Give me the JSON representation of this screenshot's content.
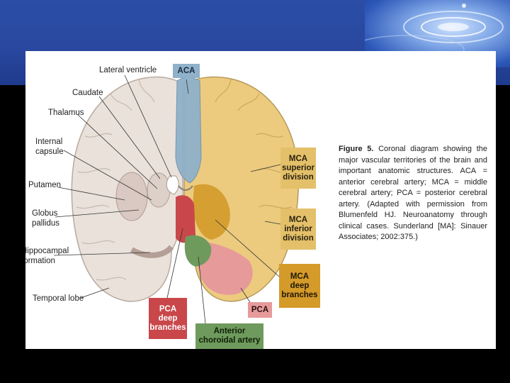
{
  "figure": {
    "structure_labels": {
      "lateral_ventricle": "Lateral ventricle",
      "caudate": "Caudate",
      "thalamus": "Thalamus",
      "internal_capsule": [
        "Internal",
        "capsule"
      ],
      "putamen": "Putamen",
      "globus_pallidus": [
        "Globus",
        "pallidus"
      ],
      "hippocampal_formation": [
        "Hippocampal",
        "formation"
      ],
      "temporal_lobe": "Temporal lobe"
    },
    "territory_labels": {
      "aca": "ACA",
      "mca_superior": [
        "MCA",
        "superior",
        "division"
      ],
      "mca_inferior": [
        "MCA",
        "inferior",
        "division"
      ],
      "mca_deep": [
        "MCA",
        "deep",
        "branches"
      ],
      "pca": "PCA",
      "pca_deep": [
        "PCA",
        "deep",
        "branches"
      ],
      "anterior_choroidal": [
        "Anterior",
        "choroidal artery"
      ]
    },
    "caption": {
      "figure_number": "Figure 5.",
      "text": "Coronal diagram showing the major vascular territories of the brain and important anatomic structures. ACA = anterior cerebral artery; MCA = middle cerebral artery; PCA = posterior cerebral artery. (Adapted with permission from Blumenfeld HJ. Neuroanatomy through clinical cases. Sunderland [MA]: Sinauer Associates; 2002:375.)"
    }
  },
  "colors": {
    "slide_blue": "#2b4da6",
    "aca_blue": "#8fb1c9",
    "mca_yellow": "#e3c069",
    "mca_deep_orange": "#d49a2a",
    "pca_pink": "#e79a9a",
    "pca_deep_red": "#c9474a",
    "ant_choroidal_green": "#6f9a5d",
    "brain_gray": "#e9e0d8"
  }
}
